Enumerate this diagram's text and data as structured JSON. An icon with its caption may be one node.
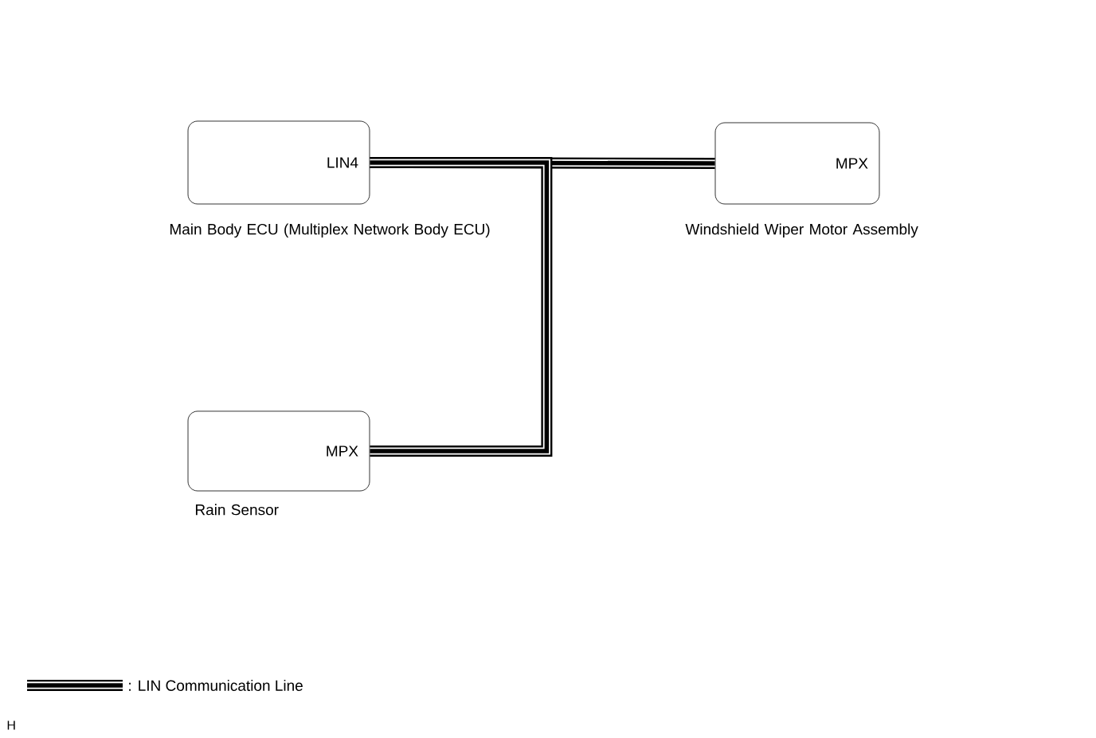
{
  "diagram": {
    "nodes": [
      {
        "text": [
          "LIN4"
        ],
        "beside": [
          "Main Body ECU (Multiplex Network Body ECU)"
        ]
      },
      {
        "text": [
          "MPX"
        ],
        "beside": [
          "Windshield Wiper Motor Assembly"
        ]
      },
      {
        "text": [
          "MPX"
        ],
        "beside": [
          "Rain Sensor"
        ]
      }
    ],
    "edges": [
      {
        "from": 0,
        "to": 1,
        "arrow": "none"
      },
      {
        "from": 0,
        "to": 2,
        "arrow": "none"
      }
    ],
    "labels": [
      "H"
    ],
    "legend": [
      {
        "text": ": LIN Communication Line"
      }
    ]
  }
}
